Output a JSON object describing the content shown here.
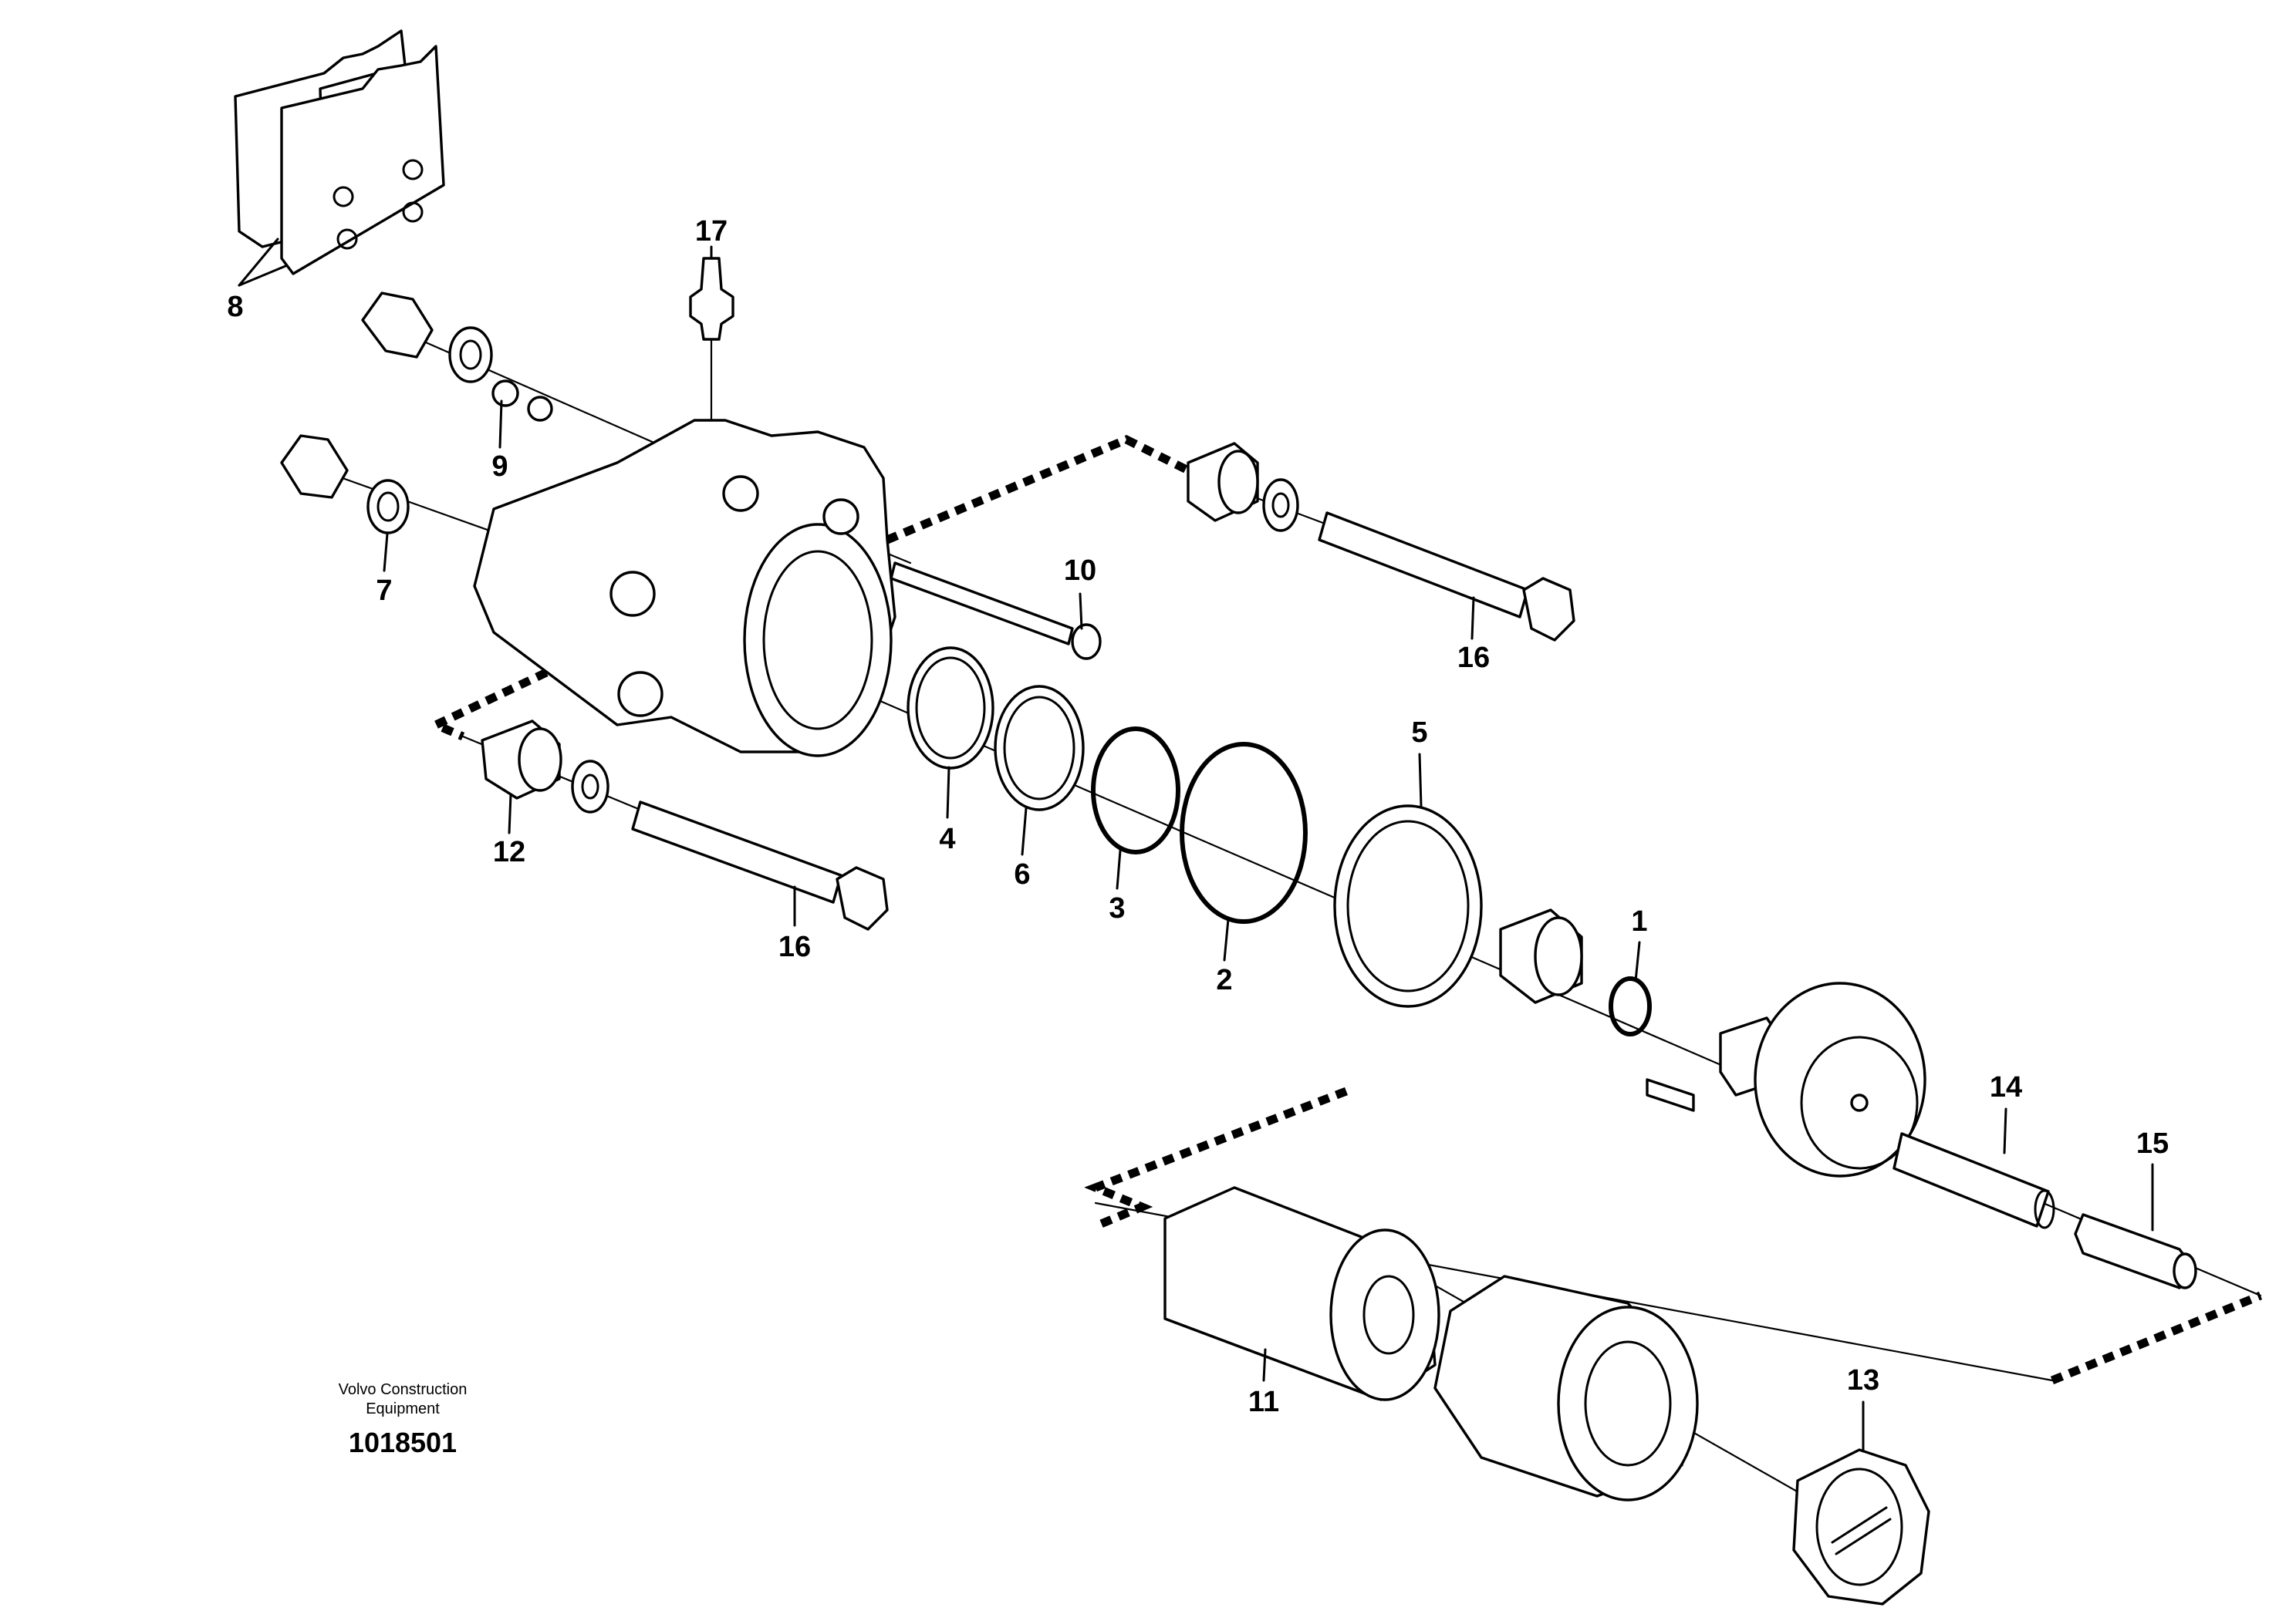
{
  "brand": {
    "line1": "Volvo Construction",
    "line2": "Equipment",
    "drawing_number": "1018501"
  },
  "labels": {
    "p1": "1",
    "p2": "2",
    "p3": "3",
    "p4": "4",
    "p5": "5",
    "p6": "6",
    "p7": "7",
    "p8": "8",
    "p9": "9",
    "p10": "10",
    "p11": "11",
    "p12": "12",
    "p13": "13",
    "p14": "14",
    "p15": "15",
    "p16a": "16",
    "p16b": "16",
    "p17": "17"
  }
}
